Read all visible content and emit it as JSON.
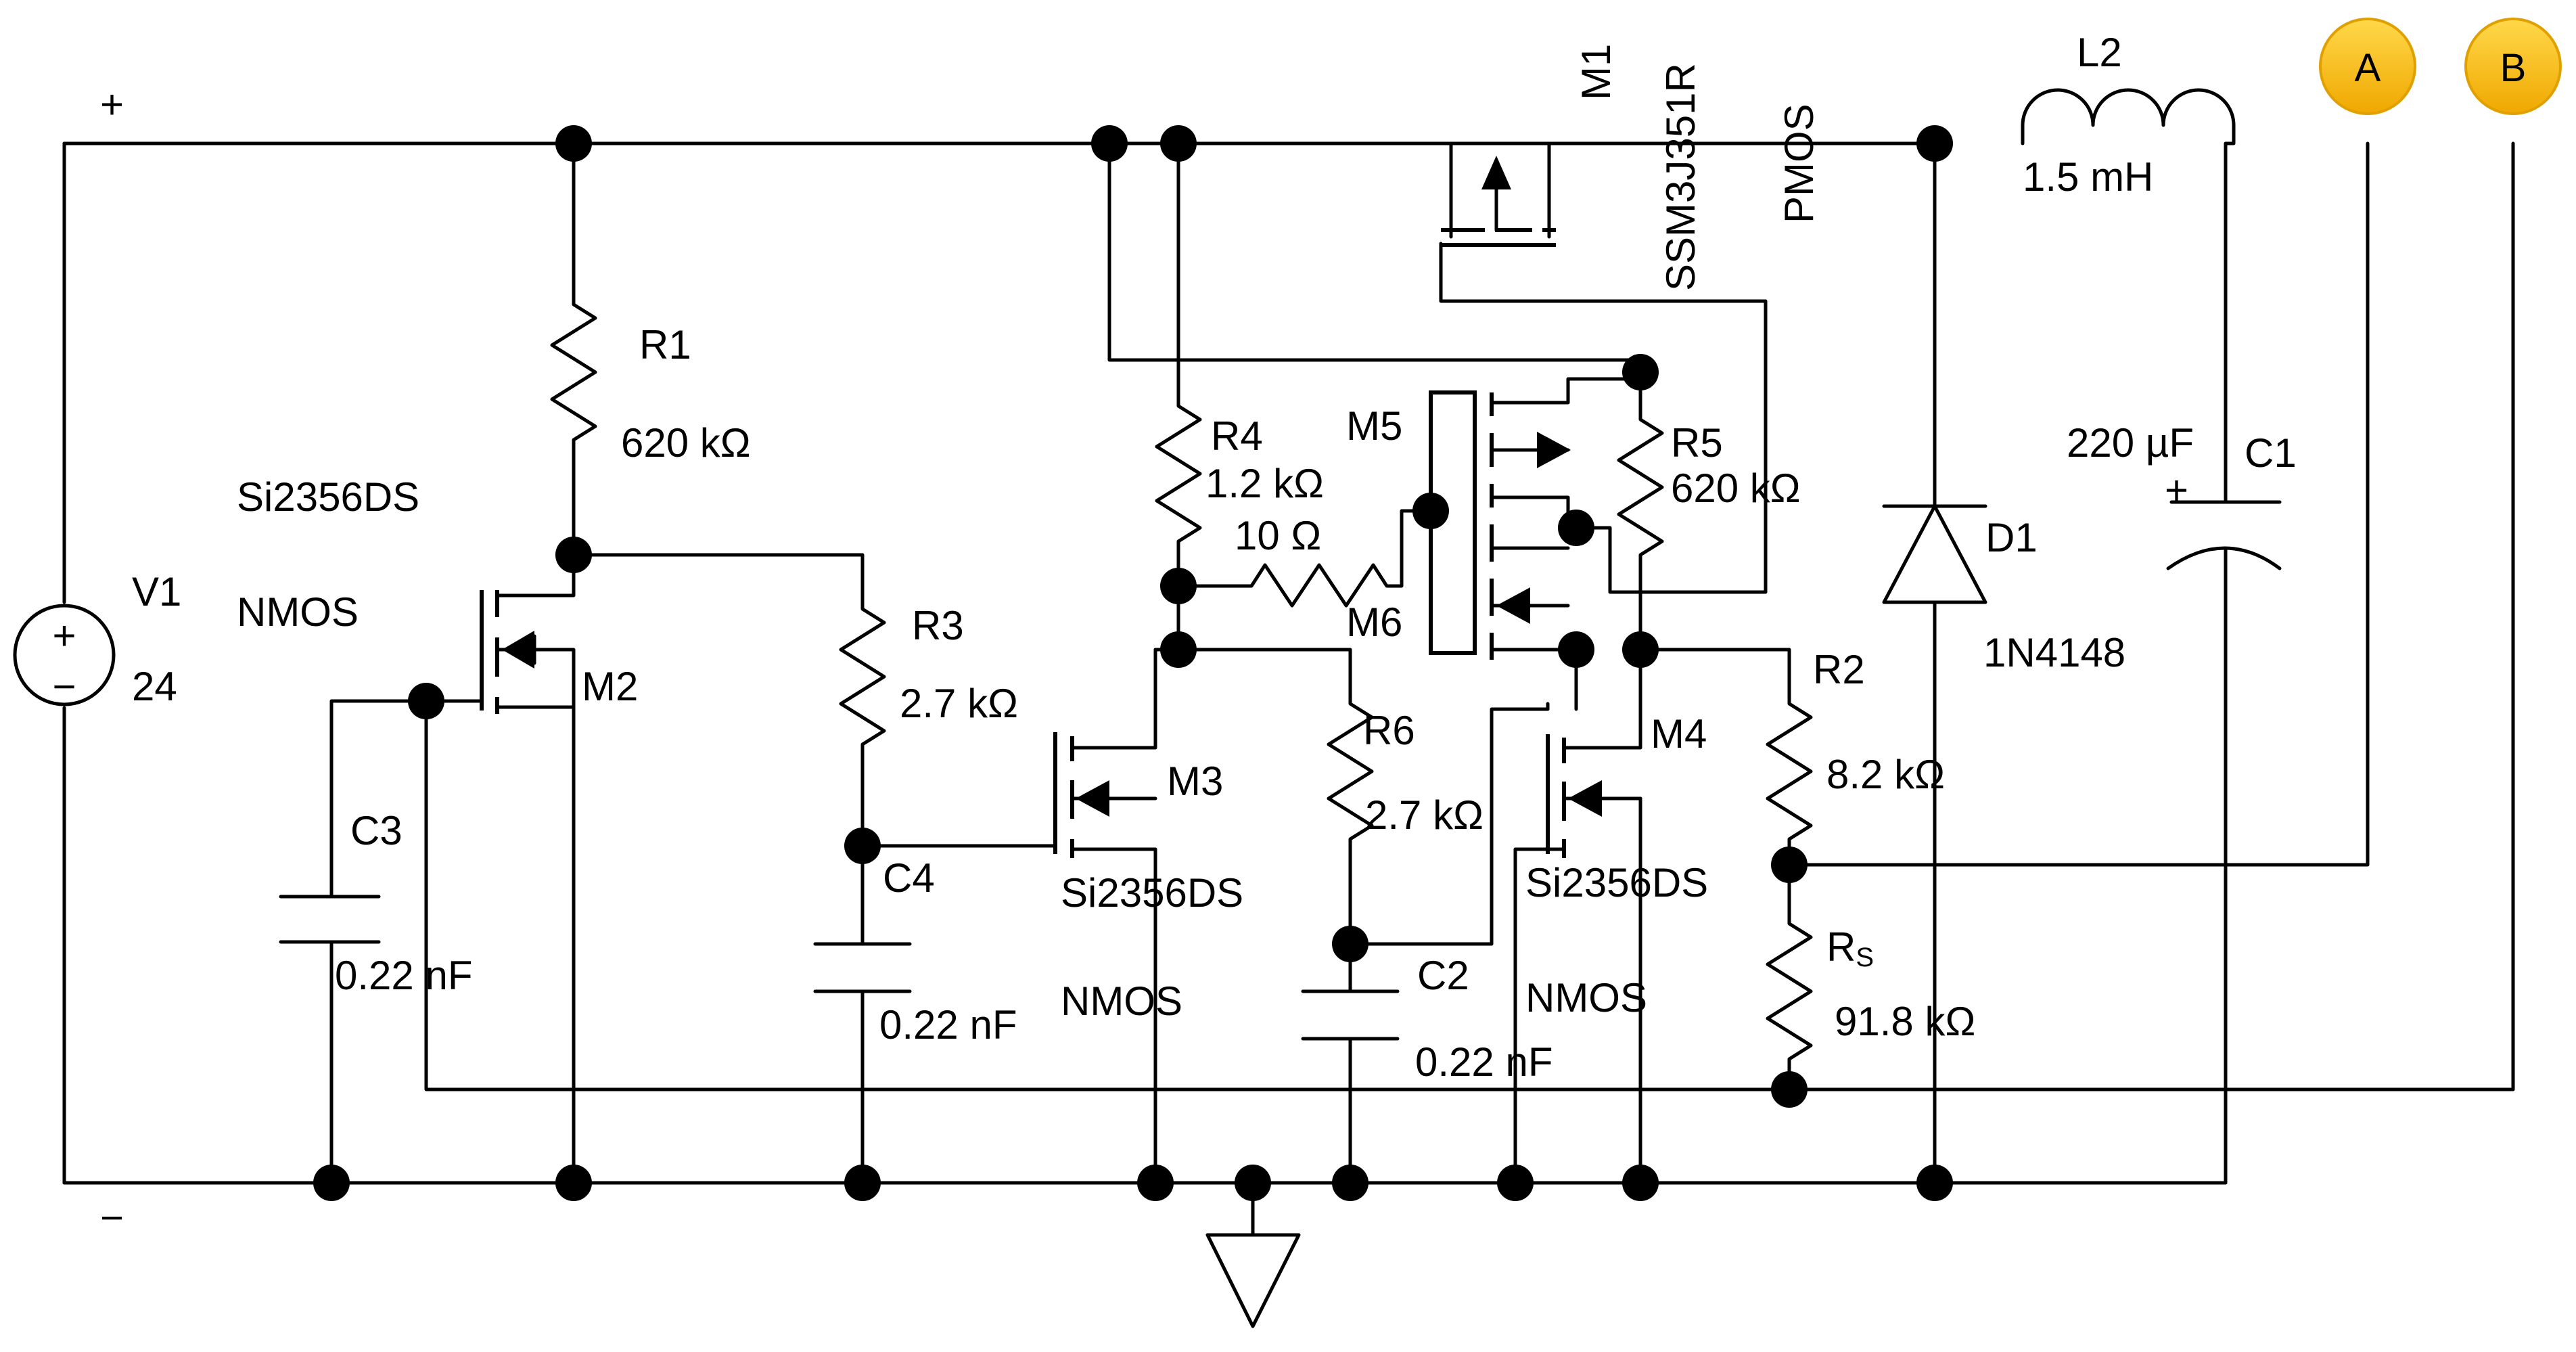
{
  "power": {
    "plus": "+",
    "minus": "−"
  },
  "source": {
    "name": "V1",
    "value": "24",
    "plus_glyph": "+",
    "minus_glyph": "−"
  },
  "device_labels": {
    "m2_model": "Si2356DS",
    "m2_type": "NMOS",
    "m3_model": "Si2356DS",
    "m3_type": "NMOS",
    "m4_model": "Si2356DS",
    "m4_type": "NMOS",
    "m1_model": "SSM3J351R",
    "m1_type": "PMOS"
  },
  "transistors": {
    "m1": "M1",
    "m2": "M2",
    "m3": "M3",
    "m4": "M4",
    "m5": "M5",
    "m6": "M6"
  },
  "resistors": {
    "r1": {
      "name": "R1",
      "value": "620 kΩ"
    },
    "r2": {
      "name": "R2",
      "value": "8.2 kΩ"
    },
    "r3": {
      "name": "R3",
      "value": "2.7 kΩ"
    },
    "r4": {
      "name": "R4",
      "value": "1.2 kΩ"
    },
    "r5": {
      "name": "R5",
      "value": "620 kΩ"
    },
    "r6": {
      "name": "R6",
      "value": "2.7 kΩ"
    },
    "rgate": {
      "value": "10 Ω"
    },
    "rs": {
      "name": "R",
      "sub": "S",
      "value": "91.8 kΩ"
    }
  },
  "capacitors": {
    "c1": {
      "name": "C1",
      "value": "220 µF",
      "polarity": "+"
    },
    "c2": {
      "name": "C2",
      "value": "0.22 nF"
    },
    "c3": {
      "name": "C3",
      "value": "0.22 nF"
    },
    "c4": {
      "name": "C4",
      "value": "0.22 nF"
    }
  },
  "inductor": {
    "name": "L2",
    "value": "1.5 mH"
  },
  "diode": {
    "name": "D1",
    "part": "1N4148"
  },
  "probes": {
    "a": "A",
    "b": "B"
  },
  "colors": {
    "wire": "#000000",
    "probe_fill": "#f5b800",
    "probe_stroke": "#e0a000"
  }
}
